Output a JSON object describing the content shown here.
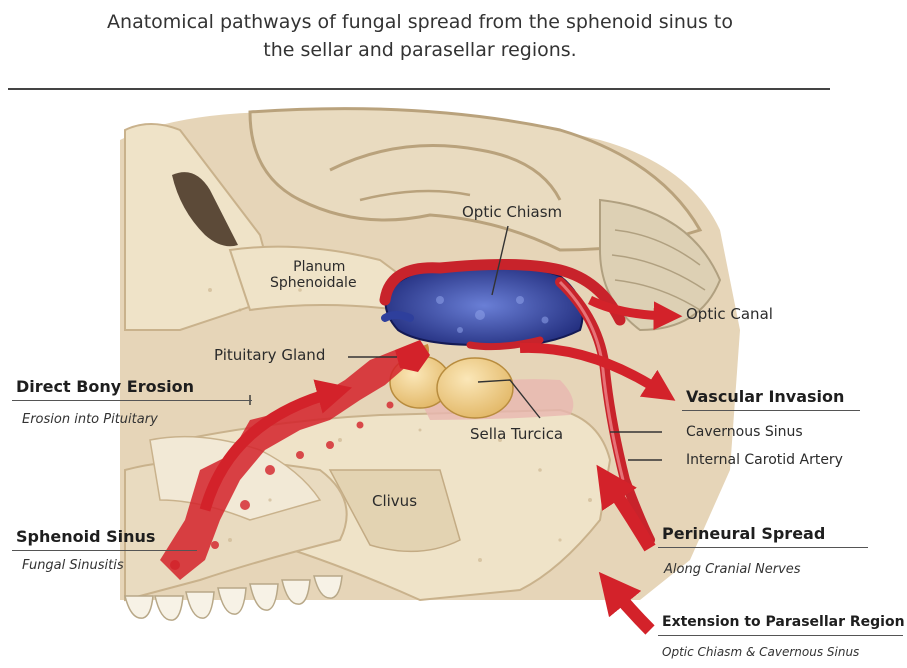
{
  "title": {
    "line1": "Anatomical pathways of fungal spread from the sphenoid sinus to",
    "line2": "the sellar and parasellar regions."
  },
  "labels": {
    "optic_chiasm": "Optic Chiasm",
    "planum_line1": "Planum",
    "planum_line2": "Sphenoidale",
    "optic_canal": "Optic Canal",
    "pituitary_gland": "Pituitary Gland",
    "sella_turcica": "Sella Turcica",
    "clivus": "Clivus"
  },
  "pathways": {
    "direct_bony_erosion": {
      "title": "Direct Bony Erosion",
      "subtitle": "Erosion into Pituitary"
    },
    "sphenoid_sinus": {
      "title": "Sphenoid Sinus",
      "subtitle": "Fungal Sinusitis"
    },
    "vascular_invasion": {
      "title": "Vascular Invasion",
      "item1": "Cavernous Sinus",
      "item2": "Internal Carotid Artery"
    },
    "perineural_spread": {
      "title": "Perineural Spread",
      "subtitle": "Along Cranial Nerves"
    },
    "parasellar_extension": {
      "title": "Extension to Parasellar Region",
      "subtitle": "Optic Chiasm & Cavernous Sinus"
    }
  },
  "colors": {
    "bone": "#efe3c8",
    "tissue": "#ddc8a6",
    "brain": "#e6d5b8",
    "infection_red": "#d3222a",
    "vessel_red": "#c8232b",
    "chiasm_blue": "#2e3f9c",
    "gland_yellow": "#f1d08c"
  }
}
